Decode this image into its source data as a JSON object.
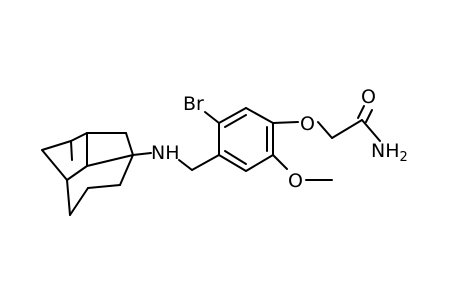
{
  "molecule": {
    "atoms": {
      "bromine": "Br",
      "amine_nh": "NH",
      "ether_oxygen": "O",
      "methoxy_oxygen": "O",
      "carbonyl_oxygen": "O",
      "amide_n": "NH",
      "amide_h_subscript": "2"
    }
  },
  "colors": {
    "bond": "#000000",
    "label": "#000000",
    "background": "#ffffff"
  }
}
